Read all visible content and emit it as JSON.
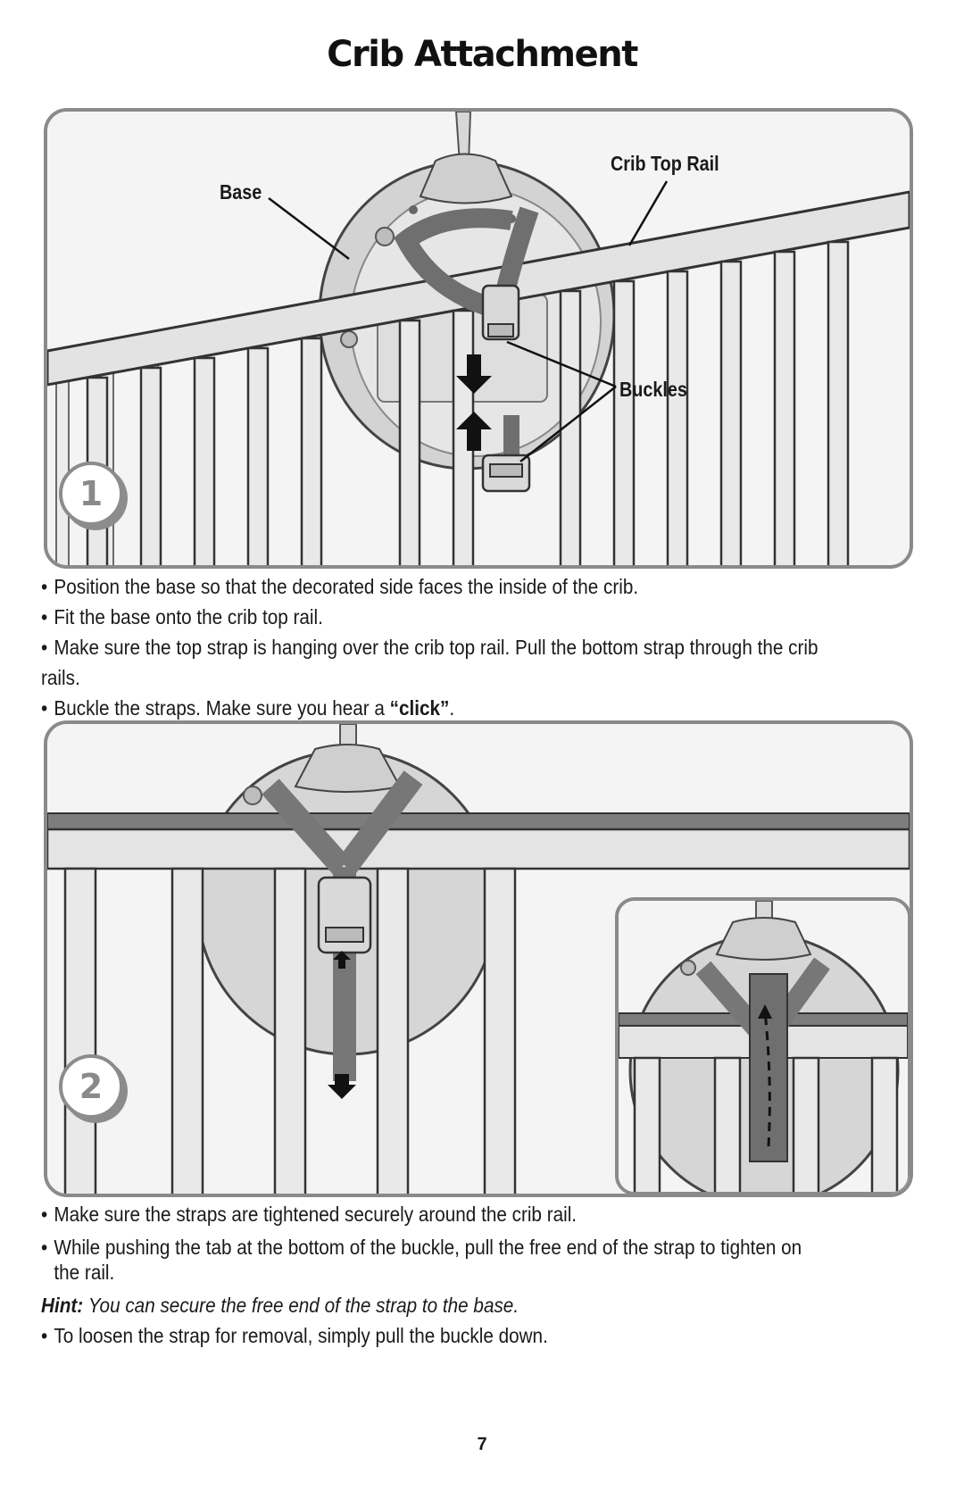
{
  "page": {
    "title": "Crib Attachment",
    "page_number": "7"
  },
  "step1": {
    "badge": "1",
    "labels": {
      "base": "Base",
      "crib_top_rail": "Crib Top Rail",
      "buckles": "Buckles"
    },
    "instructions": [
      "Position the base so that the decorated side faces the inside of the crib.",
      "Fit the base onto the crib top rail.",
      "Make sure the top strap is hanging over the crib top rail. Pull the bottom strap through the crib rails."
    ],
    "buckle_line": {
      "before": "Buckle the straps. Make sure you hear a ",
      "click": "“click”",
      "after": "."
    }
  },
  "step2": {
    "badge": "2",
    "instructions": [
      "Make sure the straps are tightened securely around the crib rail."
    ],
    "pushing_line": {
      "line1": "While pushing the tab at the bottom of the buckle, pull the free end of the strap to tighten on",
      "line2": "the rail."
    },
    "hint": {
      "label": "Hint:",
      "text": "You can secure the free end of the strap to the base."
    },
    "loosen": "To loosen the strap for removal, simply pull the buckle down."
  },
  "bullet": "•",
  "icons": {
    "arrow_down": "arrow-down-icon",
    "arrow_up": "arrow-up-icon"
  },
  "colors": {
    "panel_border": "#8a8a8a",
    "panel_bg": "#f4f4f4",
    "rail": "#dcdcdc",
    "strap": "#7a7a7a"
  }
}
